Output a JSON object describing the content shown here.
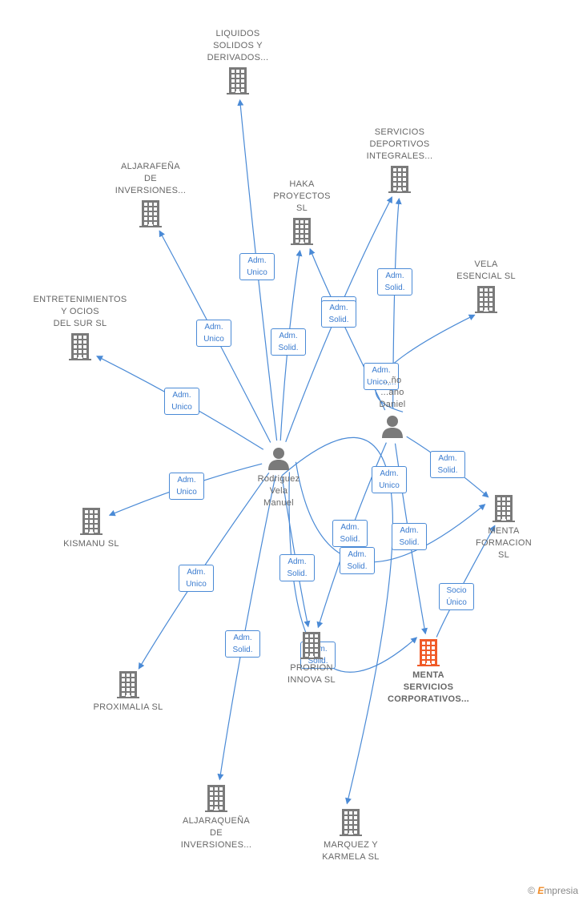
{
  "colors": {
    "edge": "#4a8ad6",
    "building": "#7a7a7a",
    "building_highlight": "#f05a28",
    "person": "#7a7a7a"
  },
  "nodes": [
    {
      "id": "liquidos",
      "type": "company",
      "label": "LIQUIDOS\nSOLIDOS Y\nDERIVADOS...",
      "icon": "building-icon"
    },
    {
      "id": "servicios_deportivos",
      "type": "company",
      "label": "SERVICIOS\nDEPORTIVOS\nINTEGRALES...",
      "icon": "building-icon"
    },
    {
      "id": "aljarafena",
      "type": "company",
      "label": "ALJARAFEÑA\nDE\nINVERSIONES...",
      "icon": "building-icon"
    },
    {
      "id": "haka",
      "type": "company",
      "label": "HAKA\nPROYECTOS\nSL",
      "icon": "building-icon"
    },
    {
      "id": "vela",
      "type": "company",
      "label": "VELA\nESENCIAL  SL",
      "icon": "building-icon"
    },
    {
      "id": "entretenimientos",
      "type": "company",
      "label": "ENTRETENIMIENTOS\nY OCIOS\nDEL SUR SL",
      "icon": "building-icon"
    },
    {
      "id": "montano",
      "type": "person",
      "label": "...ño\n...ano\nDaniel",
      "icon": "person-icon"
    },
    {
      "id": "rodriguez",
      "type": "person",
      "label": "Rodriguez\nVela\nManuel",
      "icon": "person-icon"
    },
    {
      "id": "kismanu",
      "type": "company",
      "label": "KISMANU  SL",
      "icon": "building-icon"
    },
    {
      "id": "menta_formacion",
      "type": "company",
      "label": "MENTA\nFORMACION\nSL",
      "icon": "building-icon"
    },
    {
      "id": "proximalia",
      "type": "company",
      "label": "PROXIMALIA SL",
      "icon": "building-icon"
    },
    {
      "id": "prorion",
      "type": "company",
      "label": "PRORION\nINNOVA  SL",
      "icon": "building-icon"
    },
    {
      "id": "menta_servicios",
      "type": "company",
      "label": "MENTA\nSERVICIOS\nCORPORATIVOS...",
      "icon": "building-icon",
      "highlight": true
    },
    {
      "id": "aljaraquena",
      "type": "company",
      "label": "ALJARAQUEÑA\nDE\nINVERSIONES...",
      "icon": "building-icon"
    },
    {
      "id": "marquez",
      "type": "company",
      "label": "MARQUEZ Y\nKARMELA  SL",
      "icon": "building-icon"
    }
  ],
  "edges": [
    {
      "from": "rodriguez",
      "to": "liquidos",
      "label": "Adm.\nUnico"
    },
    {
      "from": "rodriguez",
      "to": "aljarafena",
      "label": "Adm.\nUnico"
    },
    {
      "from": "rodriguez",
      "to": "haka",
      "label": "Adm.\nSolid."
    },
    {
      "from": "rodriguez",
      "to": "servicios_deportivos",
      "label": "Adm.\nSolid."
    },
    {
      "from": "rodriguez",
      "to": "entretenimientos",
      "label": "Adm.\nUnico"
    },
    {
      "from": "rodriguez",
      "to": "kismanu",
      "label": "Adm.\nUnico"
    },
    {
      "from": "rodriguez",
      "to": "proximalia",
      "label": "Adm.\nUnico"
    },
    {
      "from": "rodriguez",
      "to": "aljaraquena",
      "label": "Adm.\nSolid."
    },
    {
      "from": "rodriguez",
      "to": "prorion",
      "label": "Adm.\nSolid."
    },
    {
      "from": "rodriguez",
      "to": "marquez",
      "label": "Adm.\nUnico"
    },
    {
      "from": "rodriguez",
      "to": "menta_formacion",
      "label": "Adm.\nSolid."
    },
    {
      "from": "rodriguez",
      "to": "menta_servicios",
      "label": "Adm.\nSolid."
    },
    {
      "from": "montano",
      "to": "haka",
      "label": "Adm.\nSolid."
    },
    {
      "from": "montano",
      "to": "servicios_deportivos",
      "label": "Adm.\nSolid."
    },
    {
      "from": "montano",
      "to": "vela",
      "label": "Adm.\nUnico,..."
    },
    {
      "from": "montano",
      "to": "menta_formacion",
      "label": "Adm.\nSolid."
    },
    {
      "from": "montano",
      "to": "menta_servicios",
      "label": "Adm.\nSolid."
    },
    {
      "from": "montano",
      "to": "prorion",
      "label": "Adm.\nSolid."
    },
    {
      "from": "menta_servicios",
      "to": "menta_formacion",
      "label": "Socio\nÚnico"
    }
  ],
  "brand": {
    "copyright": "©",
    "name_initial": "E",
    "name_rest": "mpresia"
  }
}
